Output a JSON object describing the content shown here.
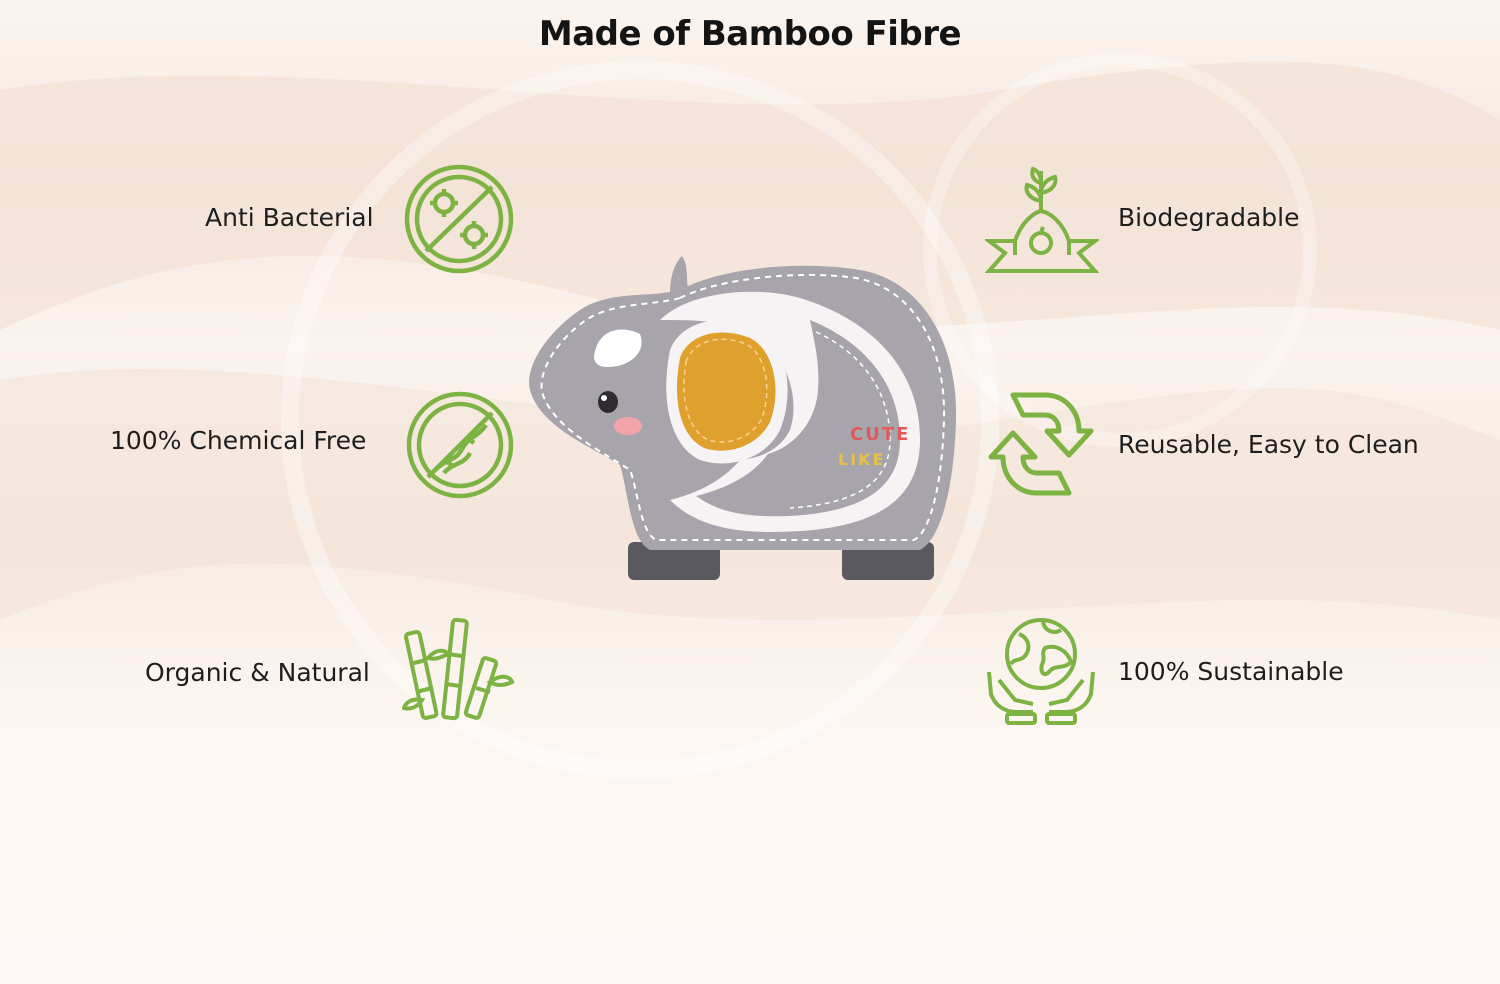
{
  "title": "Made of Bamboo Fibre",
  "colors": {
    "icon_green": "#7cb342",
    "plate_gray": "#a7a4ab",
    "plate_white": "#f5f3f4",
    "bowl_orange": "#e0a02e"
  },
  "features_left": [
    {
      "label": "Anti Bacterial",
      "icon": "no-bacteria-icon"
    },
    {
      "label": "100% Chemical Free",
      "icon": "no-chemical-icon"
    },
    {
      "label": "Organic & Natural",
      "icon": "bamboo-icon"
    }
  ],
  "features_right": [
    {
      "label": "Biodegradable",
      "icon": "sprout-icon"
    },
    {
      "label": "Reusable,  Easy to Clean",
      "icon": "recycle-arrows-icon"
    },
    {
      "label": "100% Sustainable",
      "icon": "globe-hands-icon"
    }
  ],
  "plate": {
    "text_line1": "CUTE",
    "text_line2": "LIKE"
  }
}
